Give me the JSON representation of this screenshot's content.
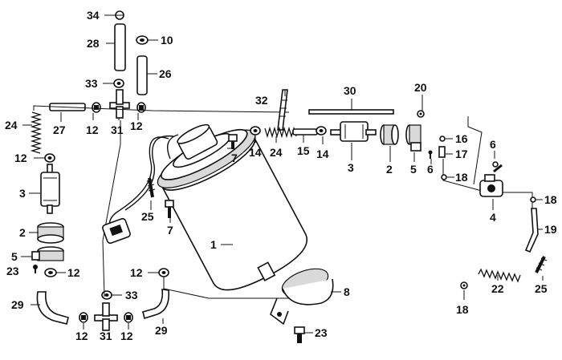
{
  "diagram": {
    "callouts": [
      {
        "id": "c34",
        "label": "34"
      },
      {
        "id": "c28",
        "label": "28"
      },
      {
        "id": "c10",
        "label": "10"
      },
      {
        "id": "c26",
        "label": "26"
      },
      {
        "id": "c33a",
        "label": "33"
      },
      {
        "id": "c24a",
        "label": "24"
      },
      {
        "id": "c27",
        "label": "27"
      },
      {
        "id": "c12a",
        "label": "12"
      },
      {
        "id": "c31a",
        "label": "31"
      },
      {
        "id": "c12b",
        "label": "12"
      },
      {
        "id": "c12c",
        "label": "12"
      },
      {
        "id": "c3a",
        "label": "3"
      },
      {
        "id": "c2a",
        "label": "2"
      },
      {
        "id": "c5a",
        "label": "5"
      },
      {
        "id": "c23a",
        "label": "23"
      },
      {
        "id": "c12d",
        "label": "12"
      },
      {
        "id": "c29a",
        "label": "29"
      },
      {
        "id": "c12e",
        "label": "12"
      },
      {
        "id": "c31b",
        "label": "31"
      },
      {
        "id": "c12f",
        "label": "12"
      },
      {
        "id": "c29b",
        "label": "29"
      },
      {
        "id": "c33b",
        "label": "33"
      },
      {
        "id": "c12g",
        "label": "12"
      },
      {
        "id": "c32",
        "label": "32"
      },
      {
        "id": "c30",
        "label": "30"
      },
      {
        "id": "c20",
        "label": "20"
      },
      {
        "id": "c7a",
        "label": "7"
      },
      {
        "id": "c14a",
        "label": "14"
      },
      {
        "id": "c24b",
        "label": "24"
      },
      {
        "id": "c15",
        "label": "15"
      },
      {
        "id": "c14b",
        "label": "14"
      },
      {
        "id": "c3b",
        "label": "3"
      },
      {
        "id": "c2b",
        "label": "2"
      },
      {
        "id": "c5b",
        "label": "5"
      },
      {
        "id": "c16",
        "label": "16"
      },
      {
        "id": "c17",
        "label": "17"
      },
      {
        "id": "c6a",
        "label": "6"
      },
      {
        "id": "c18a",
        "label": "18"
      },
      {
        "id": "c6b",
        "label": "6"
      },
      {
        "id": "c18b",
        "label": "18"
      },
      {
        "id": "c4",
        "label": "4"
      },
      {
        "id": "c19",
        "label": "19"
      },
      {
        "id": "c25a",
        "label": "25"
      },
      {
        "id": "c7b",
        "label": "7"
      },
      {
        "id": "c1",
        "label": "1"
      },
      {
        "id": "c8",
        "label": "8"
      },
      {
        "id": "c23b",
        "label": "23"
      },
      {
        "id": "c22",
        "label": "22"
      },
      {
        "id": "c25b",
        "label": "25"
      },
      {
        "id": "c18c",
        "label": "18"
      }
    ]
  }
}
